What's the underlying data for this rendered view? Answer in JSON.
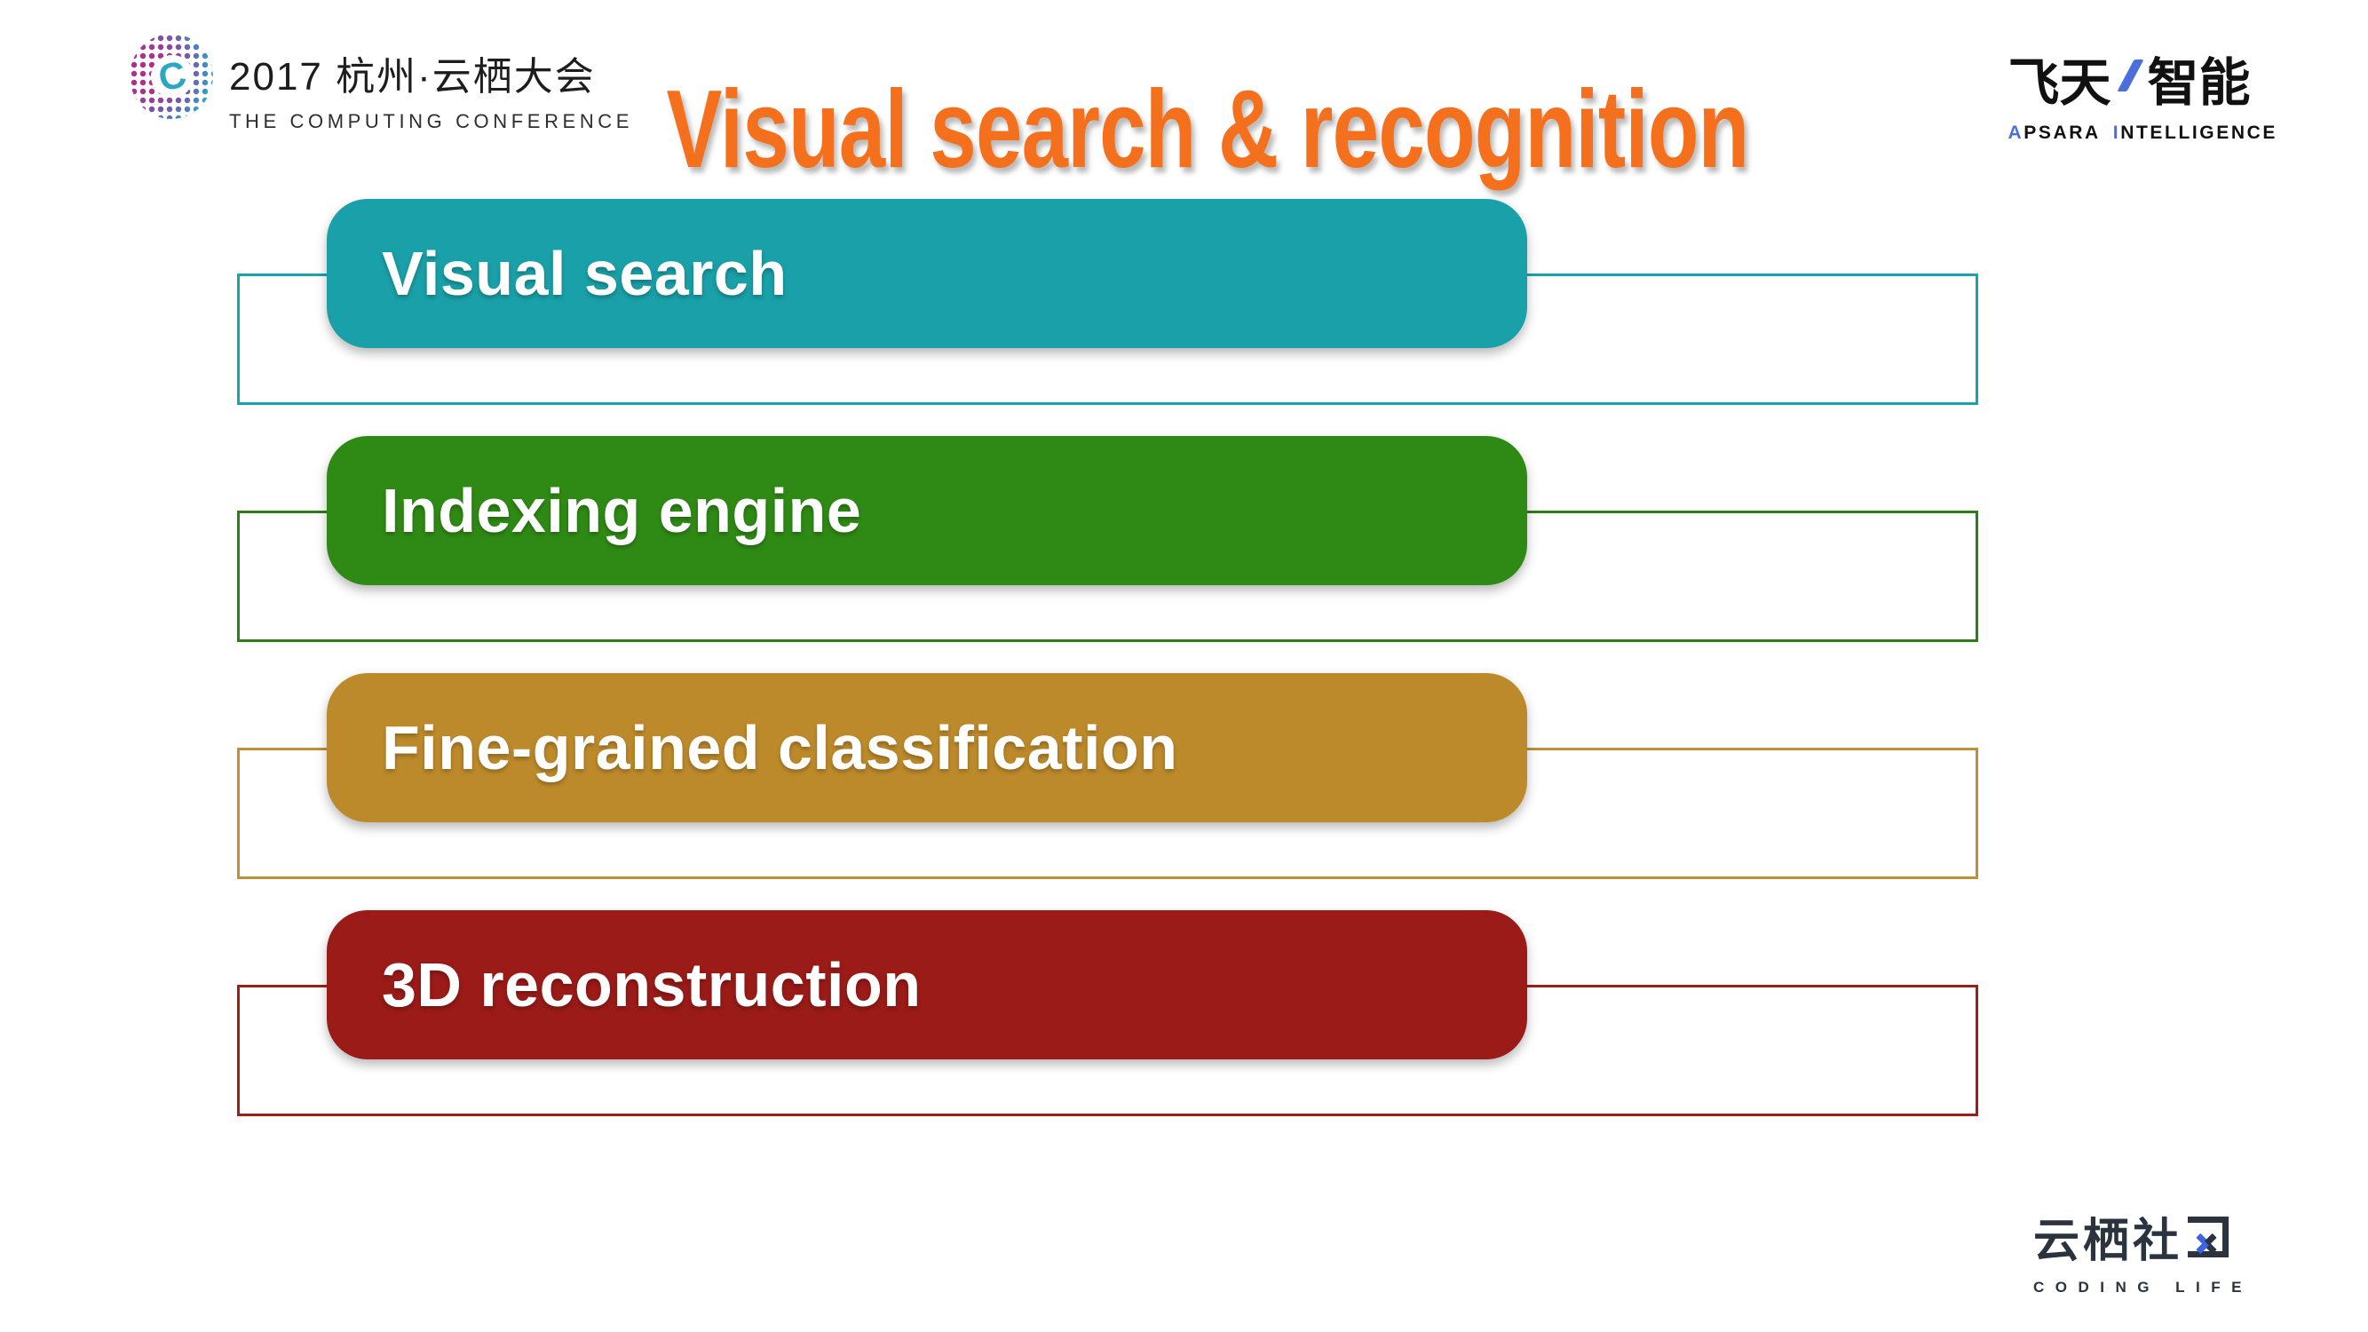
{
  "slide": {
    "background": "#FFFFFF"
  },
  "header": {
    "title": "Visual search & recognition",
    "title_color": "#F4701D"
  },
  "logo_conference": {
    "line1": "2017 杭州·云栖大会",
    "line2": "THE COMPUTING CONFERENCE",
    "sphere_icon": "dotted-gradient-sphere",
    "swirl_letter": "C"
  },
  "logo_apsara": {
    "cjk_left": "飞天",
    "cjk_right": "智能",
    "slash_icon": "blue-slash",
    "en_a": "A",
    "en_psara": "PSARA",
    "en_i": "I",
    "en_ntelligence": "NTELLIGENCE",
    "accent_color": "#4A6FDC",
    "text_color": "#111111"
  },
  "banners": {
    "items": [
      {
        "label": "Visual search",
        "color": "#1AA0A8",
        "outline": "#1BA3AD"
      },
      {
        "label": "Indexing engine",
        "color": "#2F8A15",
        "outline": "#2E7C1C"
      },
      {
        "label": "Fine-grained classification",
        "color": "#BD8A2B",
        "outline": "#C18F35"
      },
      {
        "label": "3D reconstruction",
        "color": "#9A1B18",
        "outline": "#9C1F1C"
      }
    ],
    "label_color": "#FFFFFF"
  },
  "logo_yunqi": {
    "cjk": "云栖社",
    "qu_char": "区",
    "line2": "CODING LIFE",
    "navy_color": "#2A333E",
    "blue_color": "#3E63DE"
  }
}
